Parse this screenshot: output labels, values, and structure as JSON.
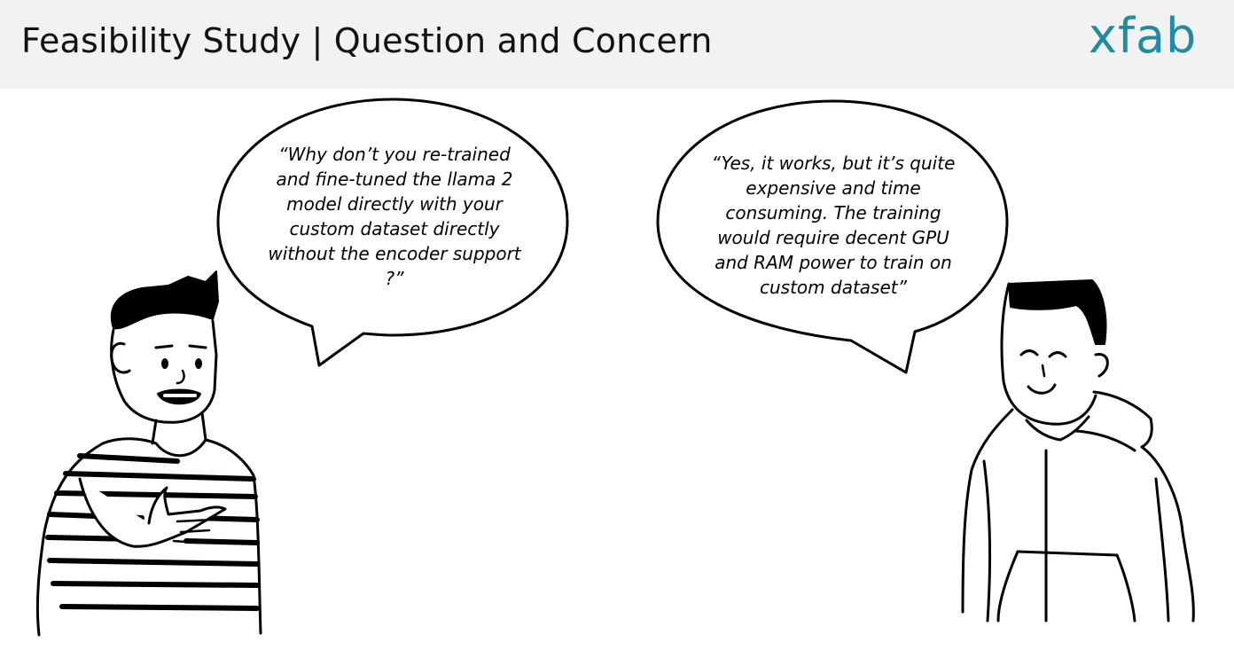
{
  "header": {
    "title": "Feasibility Study | Question and Concern",
    "logo": "xfab",
    "logo_color": "#1f8ca3",
    "background": "#f2f2f2"
  },
  "conversation": {
    "question": "“Why don’t you re-trained and fine-tuned the llama 2 model directly with your custom dataset directly without the encoder support ?”",
    "answer": "“Yes, it works, but it’s quite expensive and time consuming. The training would require decent GPU and RAM power to train on custom dataset”"
  },
  "icons": {
    "left_person": "striped-shirt-man-illustration",
    "right_person": "hoodie-man-illustration"
  }
}
